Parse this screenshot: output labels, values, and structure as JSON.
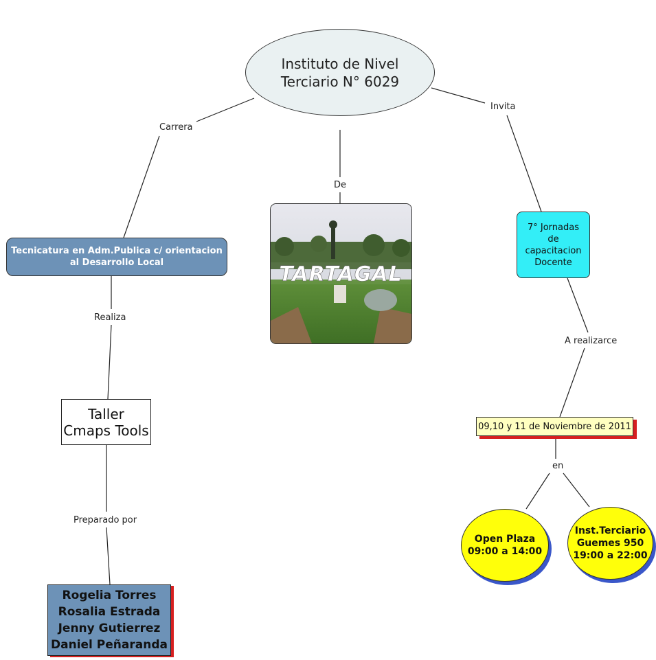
{
  "root": {
    "text": "Instituto de Nivel\nTerciario N° 6029"
  },
  "links": {
    "carrera": "Carrera",
    "de": "De",
    "invita": "Invita",
    "realiza": "Realiza",
    "preparado_por": "Preparado por",
    "a_realizarce": "A realizarce",
    "en": "en"
  },
  "career": {
    "text": "Tecnicatura en Adm.Publica c/ orientacion\nal Desarrollo Local"
  },
  "taller": {
    "text": "Taller\nCmaps Tools"
  },
  "authors": {
    "text": "Rogelia Torres\nRosalia Estrada\nJenny Gutierrez\nDaniel Peñaranda"
  },
  "photo": {
    "sign_text": "TARTAGAL"
  },
  "jornadas": {
    "text": "7°   Jornadas\nde\ncapacitacion\nDocente"
  },
  "fecha": {
    "text": "09,10 y 11 de Noviembre de 2011"
  },
  "open_plaza": {
    "text": "Open Plaza\n09:00 a 14:00"
  },
  "inst_terciario": {
    "text": "Inst.Terciario\nGuemes 950\n19:00 a 22:00"
  },
  "colors": {
    "root_fill": "#eaf1f2",
    "career_fill": "#6d92b7",
    "jornadas_fill": "#33eef7",
    "fecha_fill": "#ffffc0",
    "venue_fill": "#ffff0a",
    "shadow_red": "#d61f1f",
    "shadow_blue": "#3a57c9"
  }
}
